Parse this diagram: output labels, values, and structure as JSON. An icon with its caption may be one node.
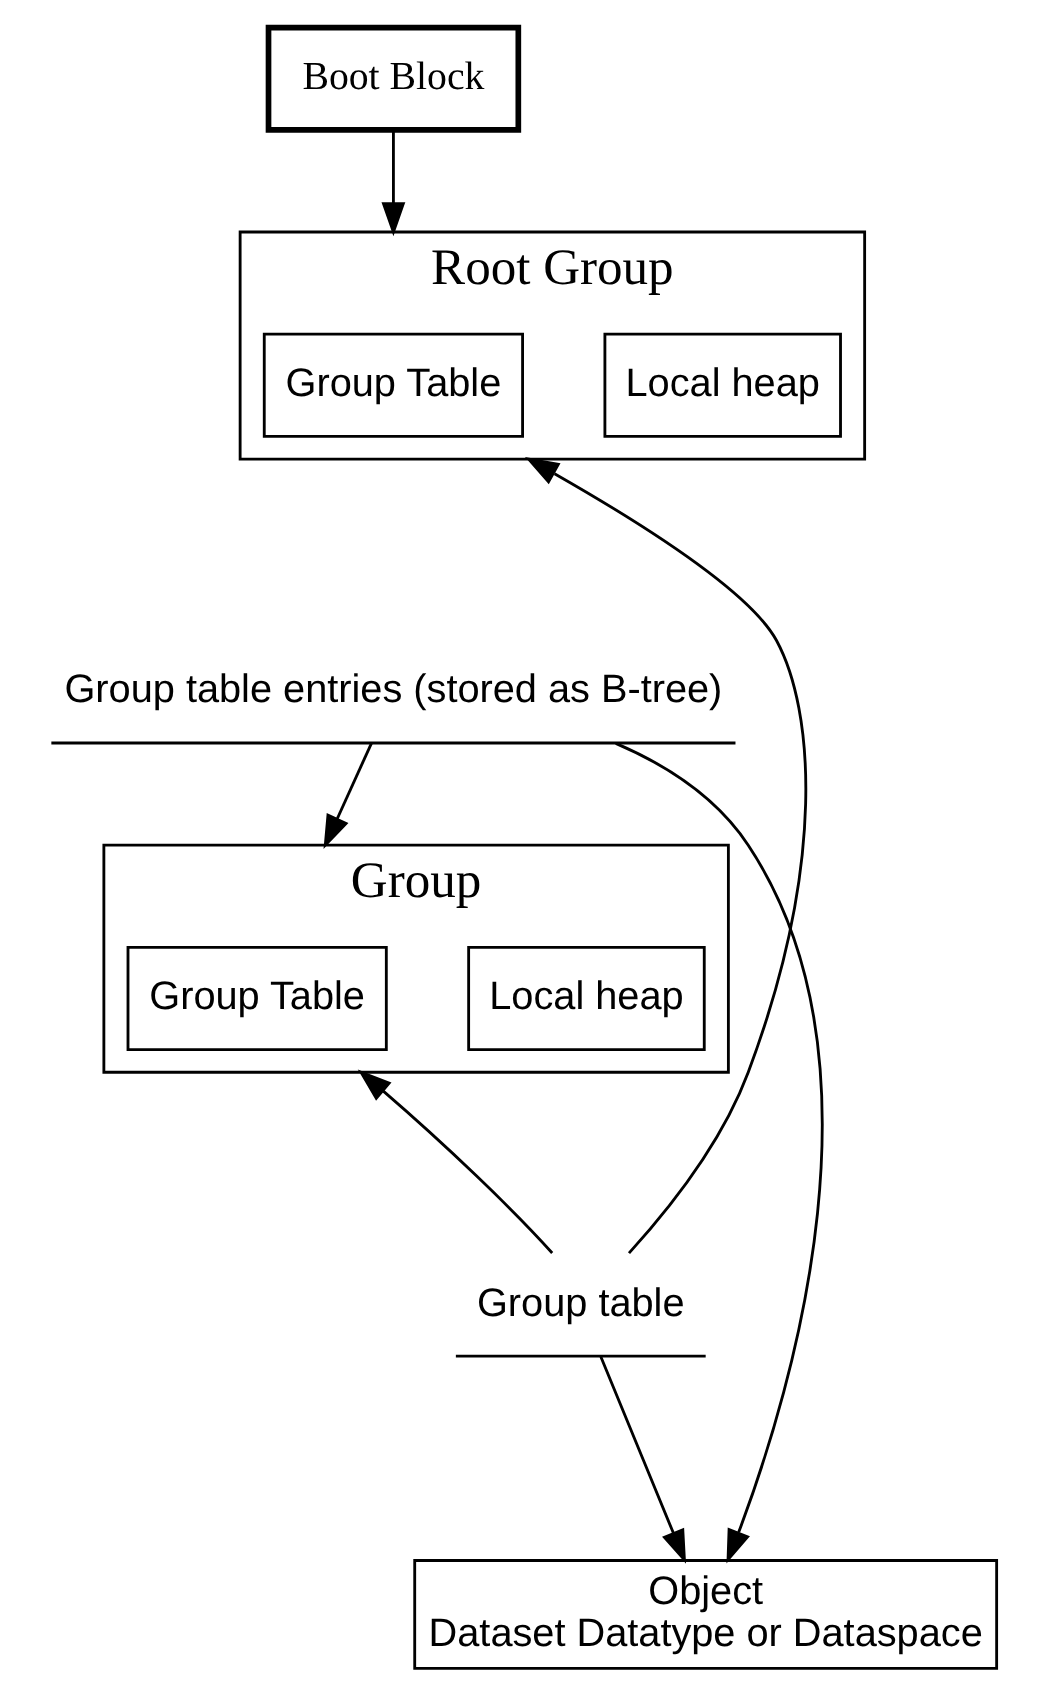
{
  "diagram": {
    "nodes": [
      {
        "text": [
          "Boot Block"
        ]
      },
      {
        "text": [
          "Root Group"
        ]
      },
      {
        "text": [
          "Group Table"
        ],
        "in": 1
      },
      {
        "text": [
          "Local heap"
        ],
        "in": 1
      },
      {
        "text": [
          "Group table entries (stored as B-tree)"
        ]
      },
      {
        "text": [
          "Group"
        ]
      },
      {
        "text": [
          "Group Table"
        ],
        "in": 5
      },
      {
        "text": [
          "Local heap"
        ],
        "in": 5
      },
      {
        "text": [
          "Group table"
        ]
      },
      {
        "text": [
          "Object",
          "Dataset Datatype or Dataspace"
        ]
      }
    ],
    "edges": [
      {
        "from": 0,
        "to": 1,
        "arrow": "to"
      },
      {
        "from": 4,
        "to": 5,
        "arrow": "to"
      },
      {
        "from": 4,
        "to": 9,
        "arrow": "to"
      },
      {
        "from": 8,
        "to": 5,
        "arrow": "to"
      },
      {
        "from": 8,
        "to": 1,
        "arrow": "to"
      },
      {
        "from": 8,
        "to": 9,
        "arrow": "to"
      }
    ]
  }
}
